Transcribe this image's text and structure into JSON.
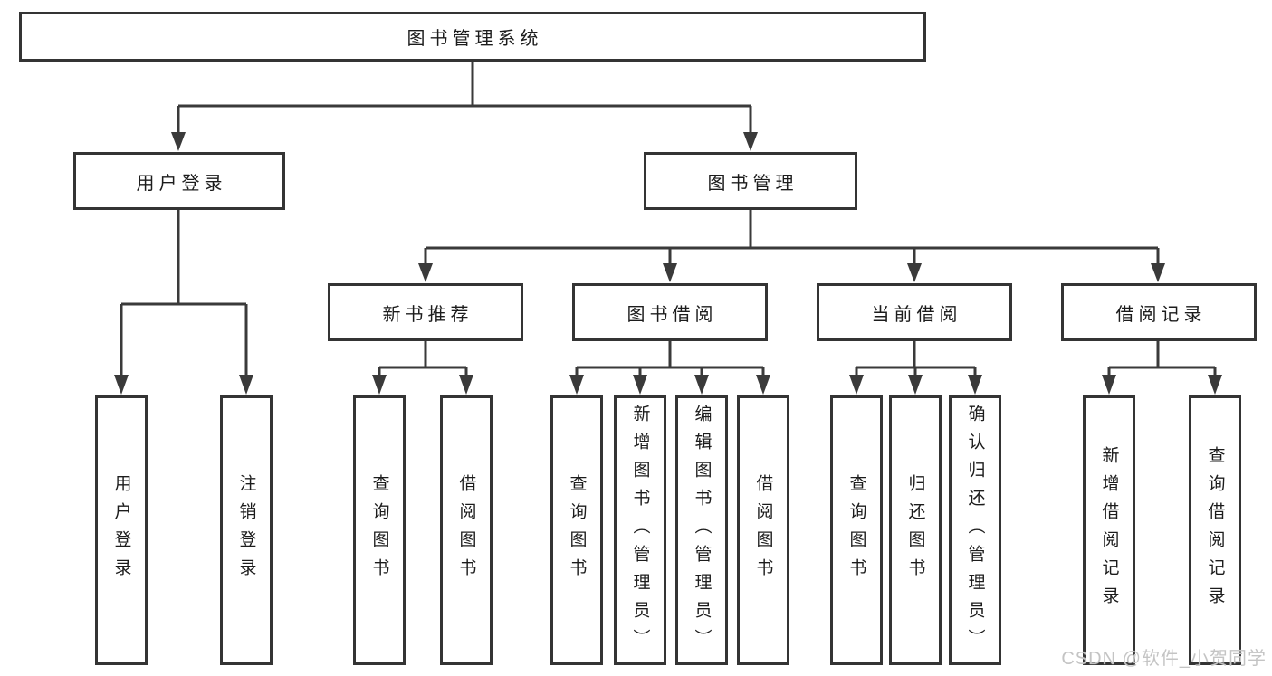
{
  "tree": {
    "root": "图书管理系统",
    "branches": [
      {
        "label": "用户登录",
        "children": [
          "用户登录",
          "注销登录"
        ]
      },
      {
        "label": "图书管理",
        "groups": [
          {
            "label": "新书推荐",
            "children": [
              "查询图书",
              "借阅图书"
            ]
          },
          {
            "label": "图书借阅",
            "children": [
              "查询图书",
              "新增图书（管理员）",
              "编辑图书（管理员）",
              "借阅图书"
            ]
          },
          {
            "label": "当前借阅",
            "children": [
              "查询图书",
              "归还图书",
              "确认归还（管理员）"
            ]
          },
          {
            "label": "借阅记录",
            "children": [
              "新增借阅记录",
              "查询借阅记录"
            ]
          }
        ]
      }
    ]
  },
  "watermark": "CSDN @软件_小贺同学",
  "colors": {
    "line": "#3a3a3a",
    "border": "#343434",
    "text": "#1c1c1c",
    "watermark": "#c4c4c4",
    "background": "#ffffff"
  }
}
